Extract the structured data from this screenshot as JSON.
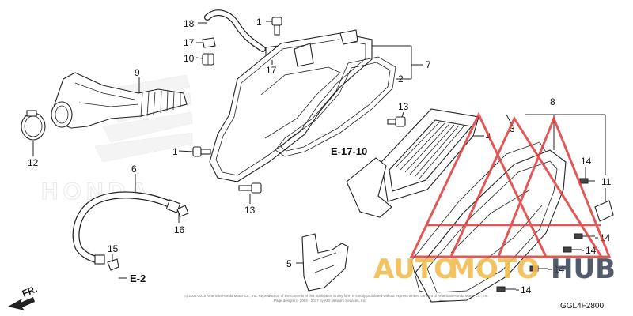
{
  "parts": [
    {
      "number": "1",
      "name": "part-1-bolt-top"
    },
    {
      "number": "1",
      "name": "part-1-bolt-left"
    },
    {
      "number": "2",
      "name": "part-2"
    },
    {
      "number": "3",
      "name": "part-3"
    },
    {
      "number": "4",
      "name": "part-4"
    },
    {
      "number": "5",
      "name": "part-5"
    },
    {
      "number": "6",
      "name": "part-6"
    },
    {
      "number": "7",
      "name": "part-7"
    },
    {
      "number": "8",
      "name": "part-8"
    },
    {
      "number": "9",
      "name": "part-9"
    },
    {
      "number": "10",
      "name": "part-10"
    },
    {
      "number": "11",
      "name": "part-11"
    },
    {
      "number": "12",
      "name": "part-12"
    },
    {
      "number": "13",
      "name": "part-13-upper"
    },
    {
      "number": "13",
      "name": "part-13-lower"
    },
    {
      "number": "14",
      "name": "part-14-a"
    },
    {
      "number": "14",
      "name": "part-14-b"
    },
    {
      "number": "14",
      "name": "part-14-c"
    },
    {
      "number": "14",
      "name": "part-14-d"
    },
    {
      "number": "14",
      "name": "part-14-e"
    },
    {
      "number": "15",
      "name": "part-15"
    },
    {
      "number": "16",
      "name": "part-16"
    },
    {
      "number": "17",
      "name": "part-17-upper"
    },
    {
      "number": "17",
      "name": "part-17-lower"
    },
    {
      "number": "18",
      "name": "part-18"
    }
  ],
  "references": {
    "e17_10": "E-17-10",
    "e2": "E-2",
    "front": "FR."
  },
  "diagram_code": "GGL4F2800",
  "copyright_line1": "(c) 2002-2015 American Honda Motor Co., Inc. Reproduction of the contents of this publication in any form is strictly prohibited without express written consent of American Honda Motor Co., Inc.",
  "copyright_line2": "Page design (c) 2004 - 2017 by ARI Network Services, Inc.",
  "watermark": {
    "part1": "AUTO",
    "part2": "MOTO",
    "part3": "HUB",
    "brand_colors": {
      "accent": "#f1bd4f",
      "dark": "#404a5a",
      "triangle": "#e03a3a"
    }
  },
  "background_logo": "HONDA"
}
